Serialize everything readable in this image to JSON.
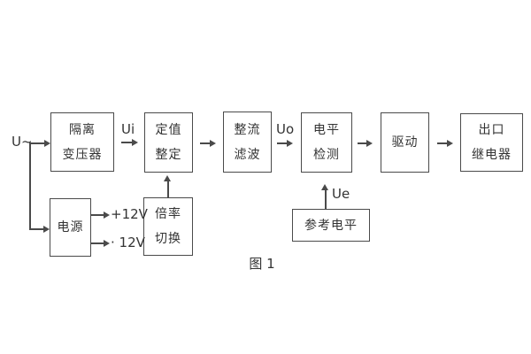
{
  "diagram": {
    "caption": "图 1",
    "signals": {
      "input": "U~",
      "ui": "Ui",
      "uo": "Uo",
      "ue": "Ue",
      "rail_positive": "+12V",
      "rail_negative": "· 12V"
    },
    "blocks": {
      "isolation_transformer": {
        "line1": "隔离",
        "line2": "变压器"
      },
      "setpoint_adjust": {
        "line1": "定值",
        "line2": "整定"
      },
      "rectifier_filter": {
        "line1": "整流",
        "line2": "滤波"
      },
      "level_detector": {
        "line1": "电平",
        "line2": "检测"
      },
      "driver": {
        "line1": "驱动"
      },
      "output_relay": {
        "line1": "出口",
        "line2": "继电器"
      },
      "power_supply": {
        "line1": "电源"
      },
      "ratio_switch": {
        "line1": "倍率",
        "line2": "切换"
      },
      "reference_level": {
        "line1": "参考电平"
      }
    },
    "colors": {
      "line": "#4a4a4a",
      "text": "#333333",
      "background": "#ffffff"
    }
  }
}
